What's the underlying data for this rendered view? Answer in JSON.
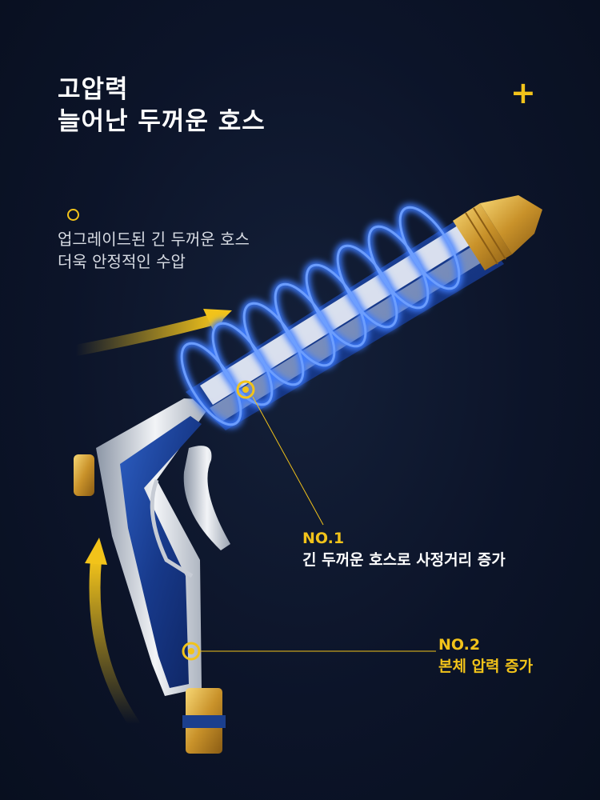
{
  "headline": {
    "line1": "고압력",
    "line2": "늘어난 두꺼운 호스"
  },
  "plus_glyph": "+",
  "description": {
    "line1": "업그레이드된 긴 두꺼운 호스",
    "line2": "더욱 안정적인 수압"
  },
  "callouts": [
    {
      "label": "NO.1",
      "text": "긴 두꺼운 호스로 사정거리 증가"
    },
    {
      "label": "NO.2",
      "text": "본체 압력 증가"
    }
  ],
  "colors": {
    "background": "#0b1326",
    "accent": "#f2c31a",
    "gun_blue": "#1a3f8c",
    "glow": "#3d7bff",
    "brass": "#d9a52e"
  }
}
